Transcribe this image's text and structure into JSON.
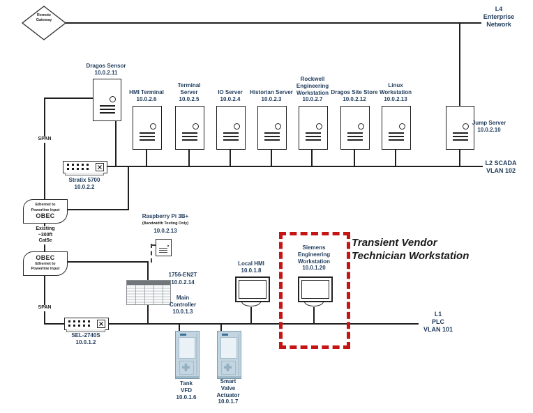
{
  "nodes": {
    "remote_gateway": {
      "label": "Remote\nGateway"
    },
    "l4_network": {
      "label": "L4\nEnterprise\nNetwork"
    },
    "l2_vlan": {
      "label": "L2 SCADA\nVLAN 102"
    },
    "l1_vlan": {
      "label": "L1\nPLC\nVLAN 101"
    },
    "span_top": "SPAN",
    "span_bottom": "SPAN",
    "jump_server": {
      "label": "Jump Server\n10.0.2.10"
    },
    "stratix": {
      "label": "Stratix 5700\n10.0.2.2"
    },
    "sel": {
      "label": "SEL-2740S\n10.0.1.2"
    },
    "obec_top": {
      "small": "Ethernet to\nPowerline Input",
      "name": "OBEC"
    },
    "obec_bottom": {
      "name": "OBEC",
      "small": "Ethernet to\nPowerline Input"
    },
    "cable_note": "Existing\n~300ft\nCat5e",
    "raspberry_pi": {
      "name": "Raspberry Pi 3B+",
      "note": "(Bandwidth Testing Only)",
      "ip": "10.0.2.13"
    },
    "en2t": {
      "model": "1756-EN2T",
      "ip": "10.0.2.14"
    },
    "main_controller": {
      "label": "Main\nController\n10.0.1.3"
    },
    "local_hmi": {
      "label": "Local HMI\n10.0.1.8"
    },
    "siemens_ws": {
      "label": "Siemens\nEngineering\nWorkstation\n10.0.1.20"
    },
    "tank_vfd": {
      "label": "Tank\nVFD\n10.0.1.6"
    },
    "smart_valve": {
      "label": "Smart\nValve\nActuator\n10.0.1.7"
    },
    "transient_annotation": "Transient Vendor\nTechnician Workstation"
  },
  "servers": [
    {
      "label": "Dragos Sensor\n10.0.2.11"
    },
    {
      "label": "HMI Terminal\n10.0.2.6"
    },
    {
      "label": "Terminal\nServer\n10.0.2.5"
    },
    {
      "label": "IO Server\n10.0.2.4"
    },
    {
      "label": "Historian Server\n10.0.2.3"
    },
    {
      "label": "Rockwell\nEngineering\nWorkstation\n10.0.2.7"
    },
    {
      "label": "Dragos Site Store\n10.0.2.12"
    },
    {
      "label": "Linux\nWorkstation\n10.0.2.13"
    }
  ],
  "colors": {
    "line": "#1f1f1f",
    "label": "#1e3a5a",
    "red_box": "#c41414",
    "device_fill": "#c2d5e0"
  }
}
